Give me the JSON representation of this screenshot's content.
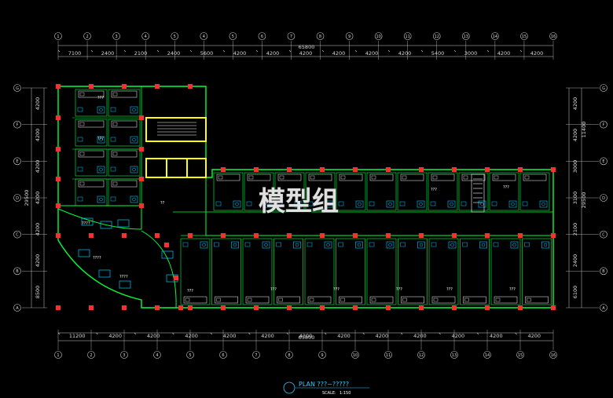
{
  "top_grid": [
    "1",
    "2",
    "3",
    "4",
    "5",
    "4",
    "5",
    "6",
    "7",
    "8",
    "9",
    "10",
    "11",
    "12",
    "13",
    "14",
    "15",
    "16"
  ],
  "bottom_grid": [
    "1",
    "2",
    "3",
    "4",
    "5",
    "6",
    "7",
    "8",
    "9",
    "10",
    "11",
    "12",
    "13",
    "14",
    "15",
    "16"
  ],
  "left_grid": [
    "G",
    "F",
    "E",
    "D",
    "C",
    "B",
    "A"
  ],
  "right_grid": [
    "G",
    "F",
    "E",
    "D",
    "C",
    "B",
    "A"
  ],
  "top_overall": "65800",
  "top_segments": [
    "7100",
    "2400",
    "2100",
    "2400",
    "5600",
    "4200",
    "4200",
    "4200",
    "4200",
    "4200",
    "4200",
    "5400",
    "3000",
    "4200",
    "4200"
  ],
  "bottom_overall": "65800",
  "bottom_segments": [
    "11200",
    "4200",
    "4200",
    "4200",
    "4200",
    "4200",
    "4200",
    "4200",
    "4200",
    "4200",
    "4200",
    "4200",
    "4200"
  ],
  "left_overall": "29500",
  "left_segments": [
    "4200",
    "4200",
    "4200",
    "4200",
    "4200",
    "4200",
    "8500"
  ],
  "right_overall_upper": "11400",
  "right_overall_lower": "29500",
  "right_segments": [
    "4200",
    "4200",
    "3000",
    "3100",
    "2100",
    "2400",
    "6100"
  ],
  "room_labels": [
    "???",
    "???",
    "????",
    "????",
    "??",
    "???",
    "???",
    "????",
    "???",
    "???",
    "???",
    "???",
    "???",
    "???"
  ],
  "watermark": "模型组",
  "title": {
    "plan_label": "PLAN  ???~?????",
    "scale_label": "SCALE:",
    "scale_value": "1:150"
  },
  "colors": {
    "background": "#000000",
    "wall": "#00ff3c",
    "column": "#ff2e2e",
    "core": "#ffff00",
    "furniture": "#ffffff",
    "fixture": "#00c8ff",
    "dimension": "#cfcfcf",
    "accent": "#ff66ff"
  }
}
